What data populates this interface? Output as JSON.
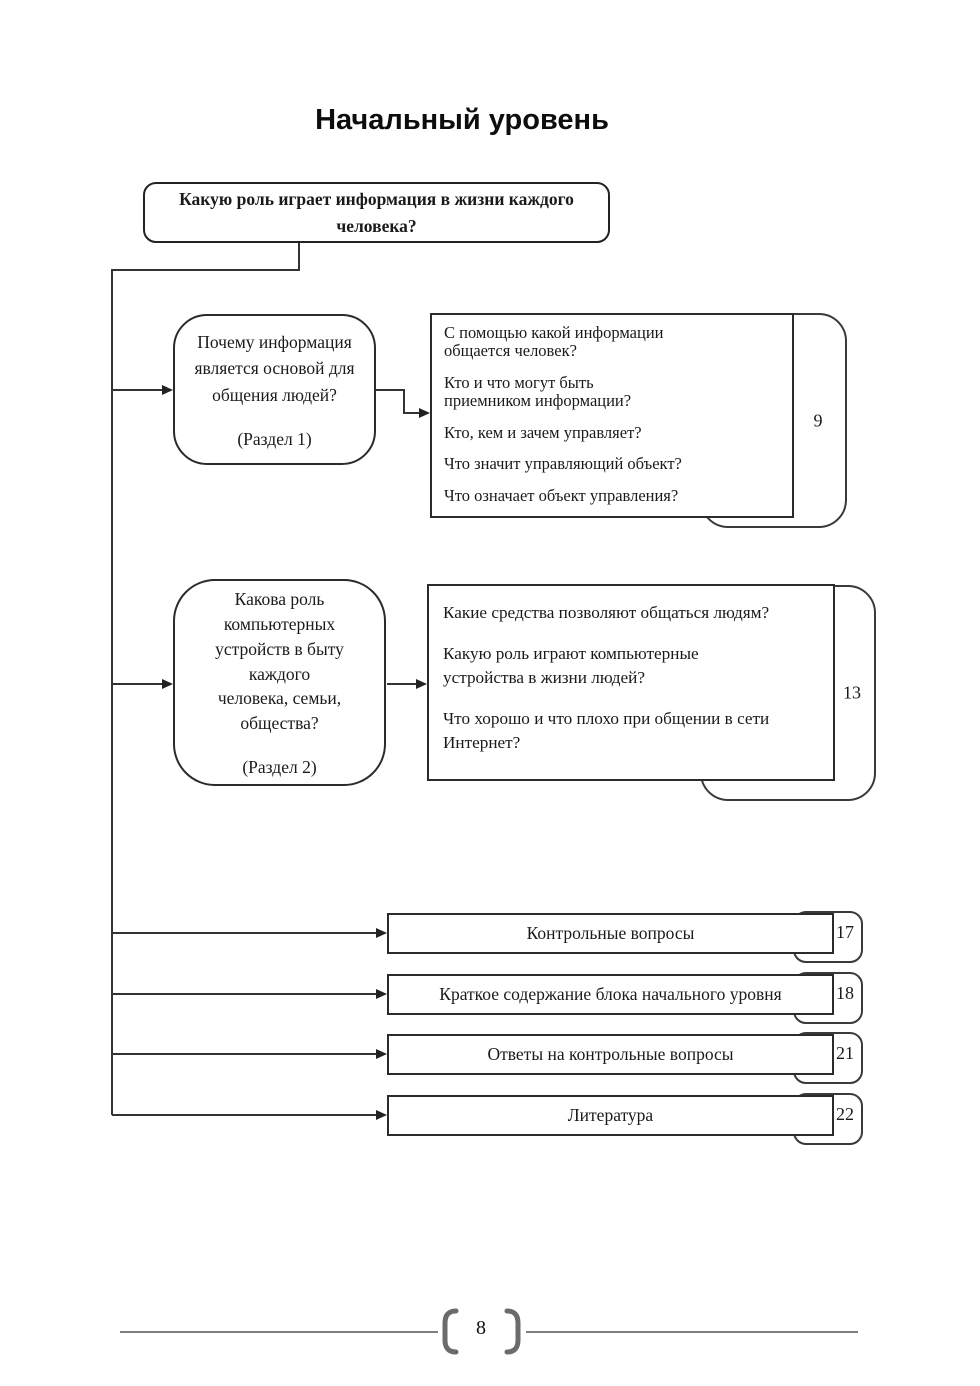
{
  "page": {
    "title": "Начальный уровень",
    "page_number": "8"
  },
  "colors": {
    "box_border": "#2b2b2b",
    "connector_line": "#333333",
    "footer_line": "#7e7e7e",
    "bracket_gray": "#6b6b6b"
  },
  "diagram": {
    "root_question": "Какую роль играет информация в жизни каждого человека?",
    "branches": [
      {
        "topic": "Почему информация\nявляется основой для\nобщения людей?",
        "section": "(Раздел 1)",
        "questions": [
          "С помощью какой информации\nобщается человек?",
          "Кто и что могут быть\nприемником информации?",
          "Кто, кем и зачем управляет?",
          "Что значит управляющий объект?",
          "Что означает объект управления?"
        ],
        "page_ref": "9"
      },
      {
        "topic": "Какова роль\nкомпьютерных\nустройств в быту\nкаждого\nчеловека, семьи,\nобщества?",
        "section": "(Раздел 2)",
        "questions": [
          "Какие средства позволяют общаться людям?",
          "Какую роль играют компьютерные\nустройства в жизни людей?",
          "Что хорошо и что плохо при общении в сети\nИнтернет?"
        ],
        "page_ref": "13"
      }
    ],
    "footer_links": [
      {
        "label": "Контрольные вопросы",
        "page_ref": "17"
      },
      {
        "label": "Краткое содержание блока начального уровня",
        "page_ref": "18"
      },
      {
        "label": "Ответы на контрольные вопросы",
        "page_ref": "21"
      },
      {
        "label": "Литература",
        "page_ref": "22"
      }
    ]
  }
}
